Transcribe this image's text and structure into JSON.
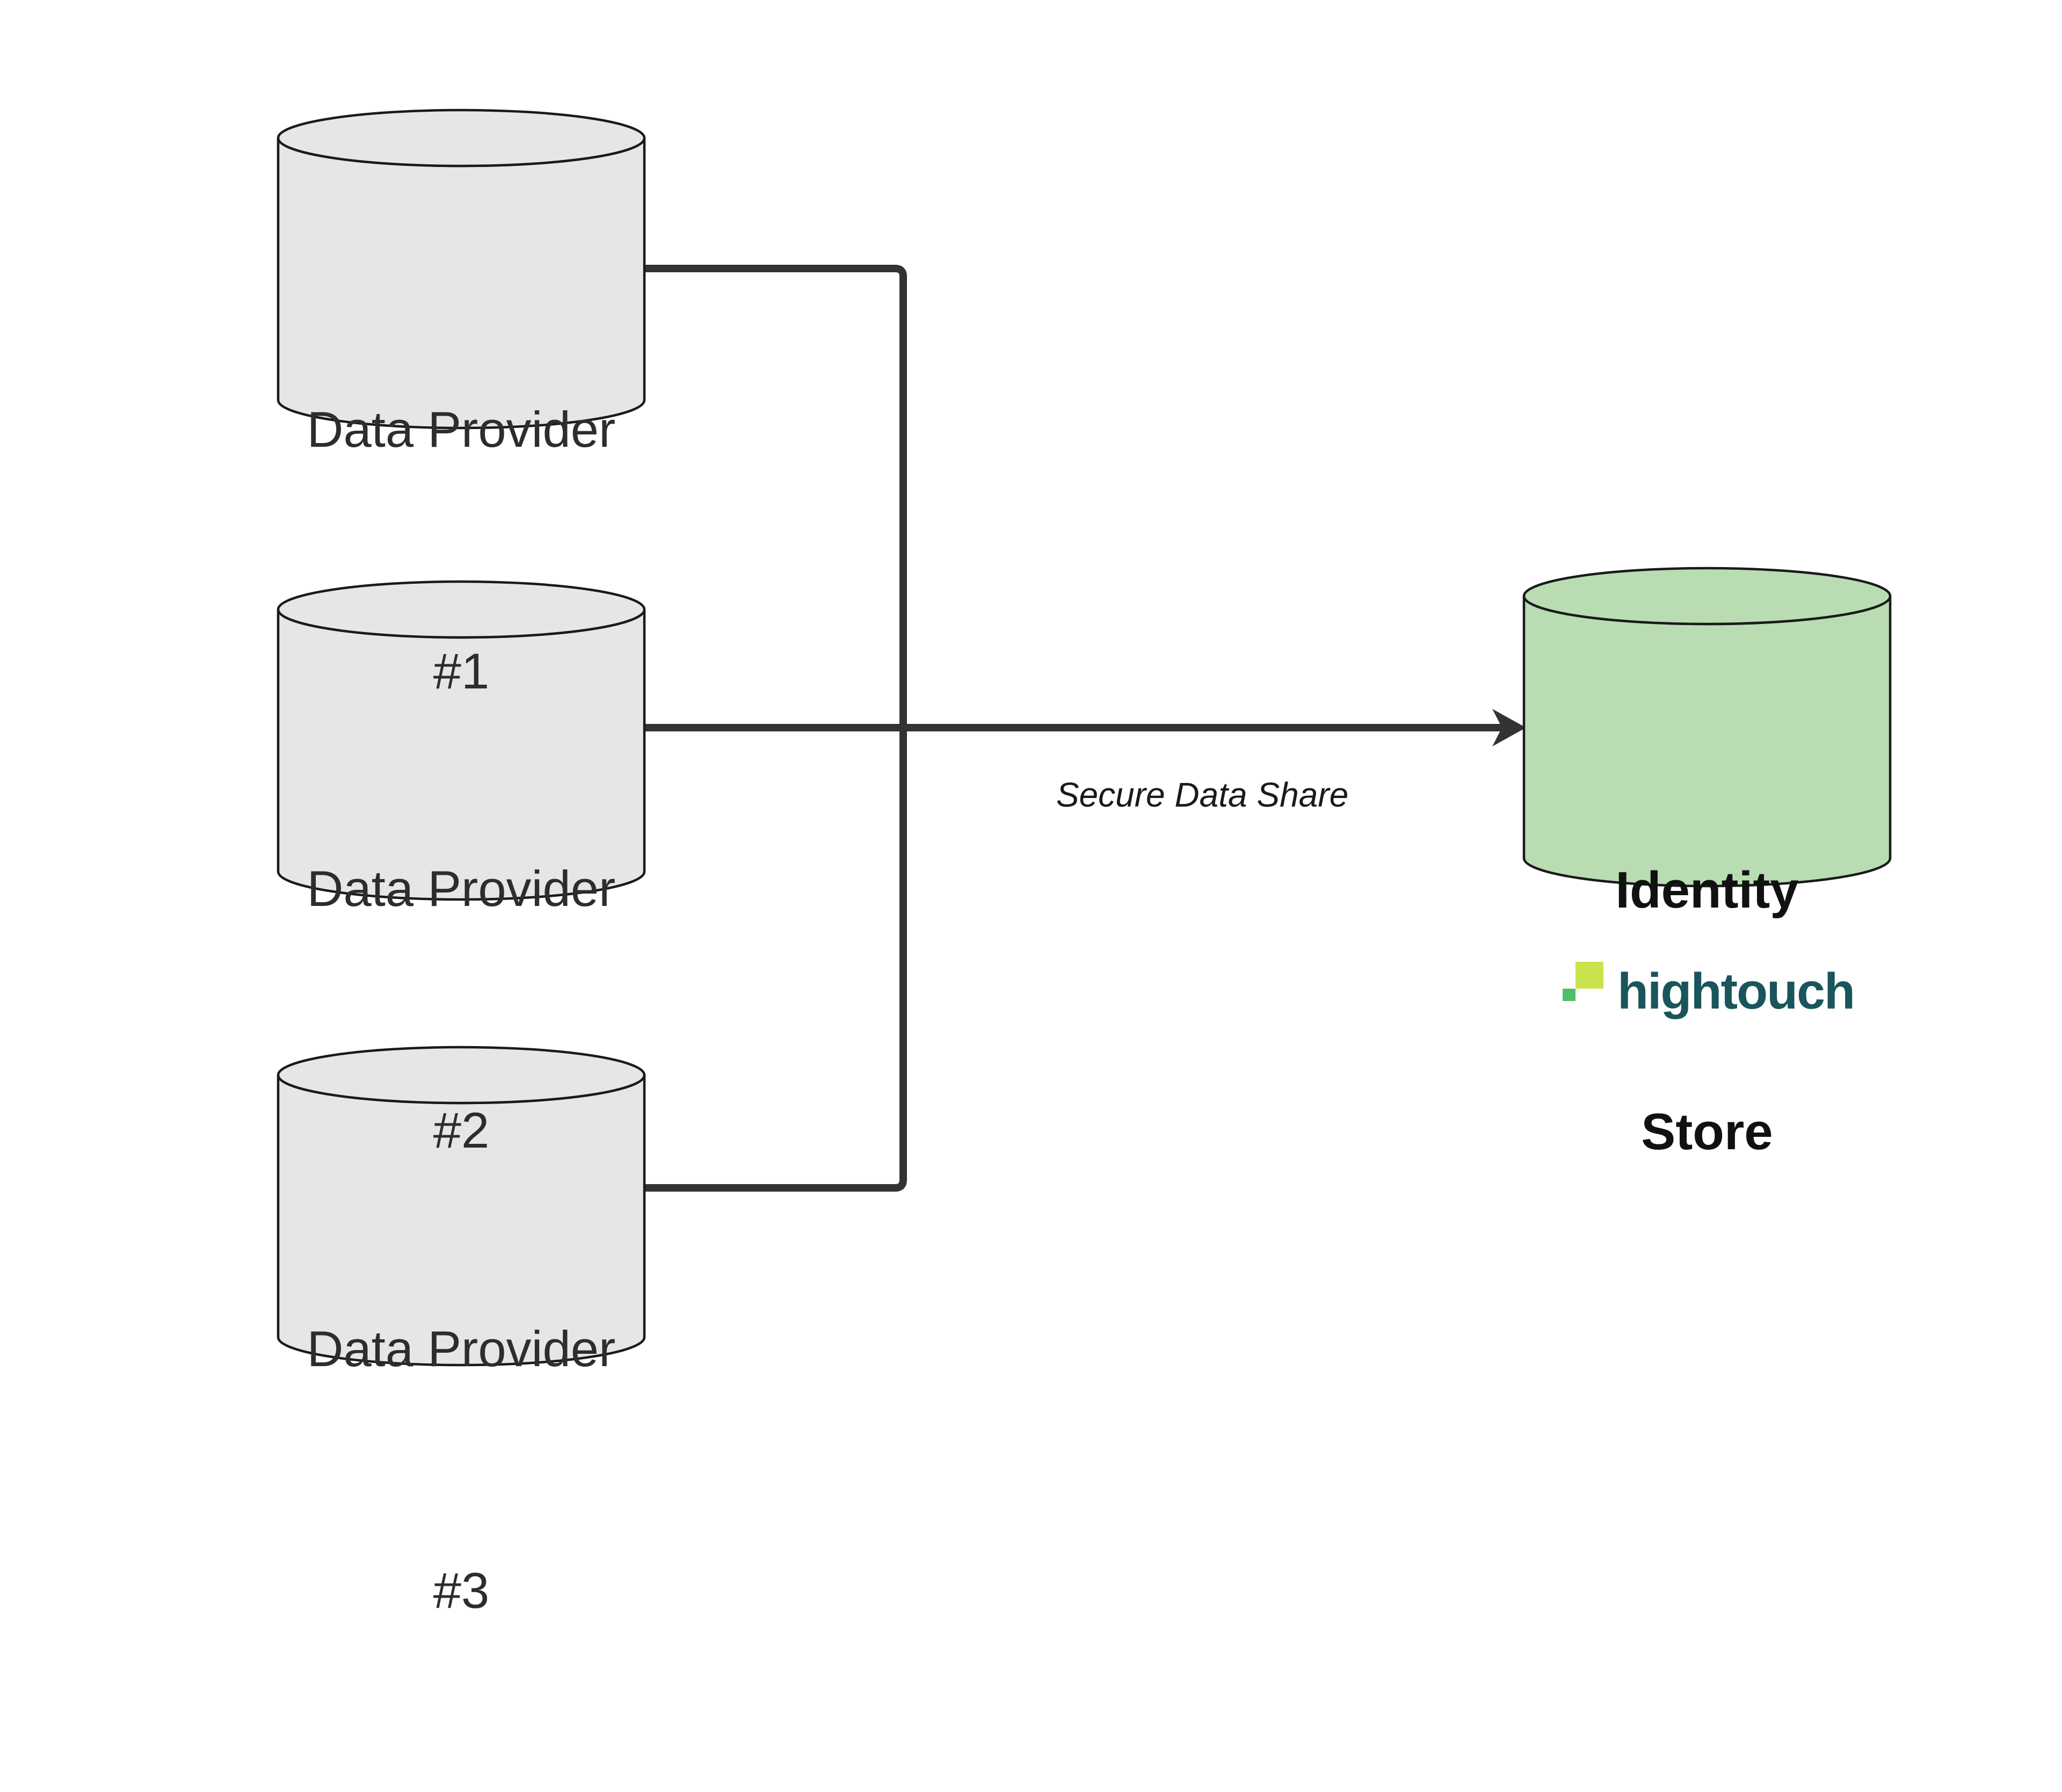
{
  "diagram": {
    "providers": [
      {
        "label_line1": "Data Provider",
        "label_line2": "#1"
      },
      {
        "label_line1": "Data Provider",
        "label_line2": "#2"
      },
      {
        "label_line1": "Data Provider",
        "label_line2": "#3"
      }
    ],
    "identity_store": {
      "label_line1": "Identity",
      "label_line2": "Store"
    },
    "edge_label": "Secure Data Share",
    "logo": {
      "text": "hightouch"
    },
    "colors": {
      "background": "#ffffff",
      "provider_fill": "#e6e6e6",
      "identity_fill": "#b9dcb3",
      "shape_outline": "#1a1a1a",
      "connector": "#333333",
      "label_text": "#2d2d2d",
      "logo_lime": "#c8e34b",
      "logo_green": "#4fbe68",
      "logo_text": "#19555a"
    }
  }
}
